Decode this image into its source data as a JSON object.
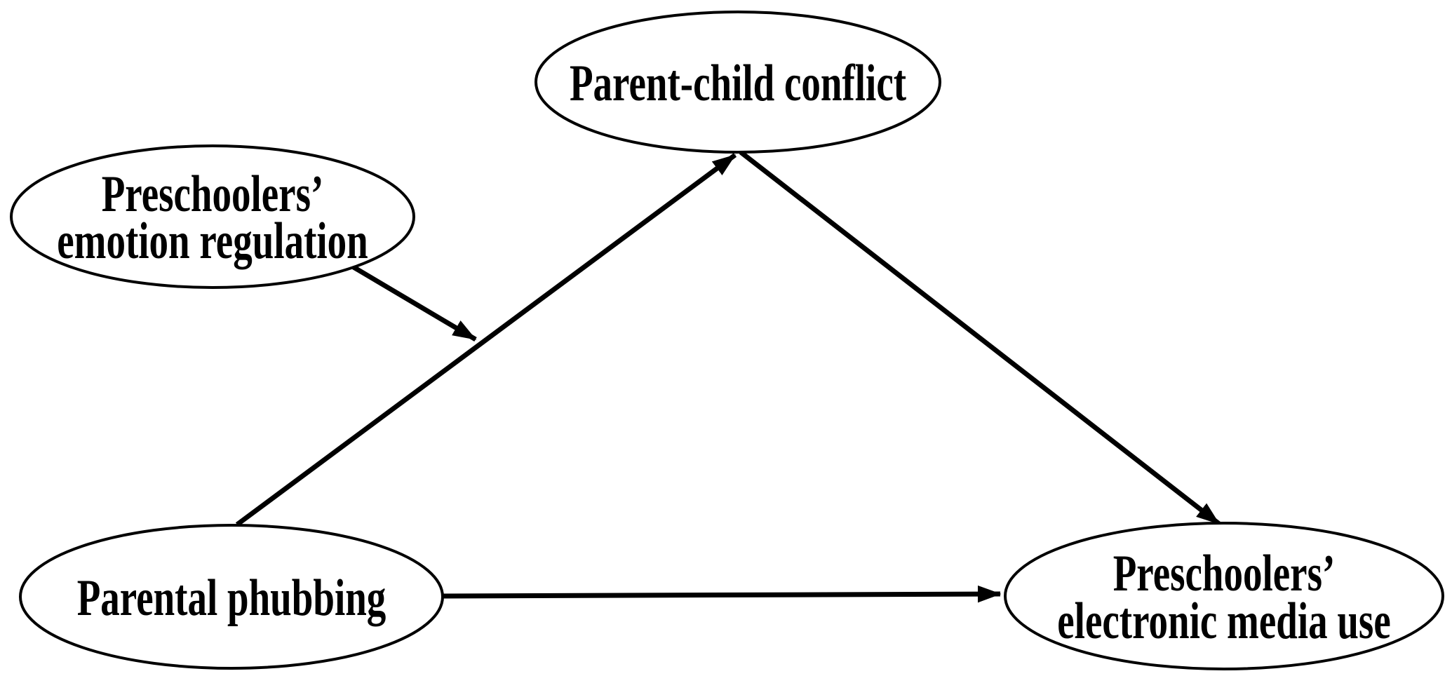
{
  "diagram": {
    "type": "path-model",
    "background_color": "#ffffff",
    "stroke_color": "#000000",
    "text_color": "#000000",
    "nodes": [
      {
        "id": "parent_child_conflict",
        "shape": "ellipse",
        "lines": [
          "Parent-child conflict"
        ]
      },
      {
        "id": "preschoolers_emotion_regulation",
        "shape": "ellipse",
        "lines": [
          "Preschoolers’",
          "emotion regulation"
        ]
      },
      {
        "id": "parental_phubbing",
        "shape": "ellipse",
        "lines": [
          "Parental phubbing"
        ]
      },
      {
        "id": "preschoolers_electronic_media_use",
        "shape": "ellipse",
        "lines": [
          "Preschoolers’",
          "electronic media use"
        ]
      }
    ],
    "edges": [
      {
        "from": "parental_phubbing",
        "to": "parent_child_conflict",
        "style": "arrow"
      },
      {
        "from": "parent_child_conflict",
        "to": "preschoolers_electronic_media_use",
        "style": "arrow"
      },
      {
        "from": "parental_phubbing",
        "to": "preschoolers_electronic_media_use",
        "style": "arrow"
      },
      {
        "from": "preschoolers_emotion_regulation",
        "to": "path parental_phubbing → parent_child_conflict",
        "style": "arrow",
        "role": "moderation"
      }
    ]
  }
}
